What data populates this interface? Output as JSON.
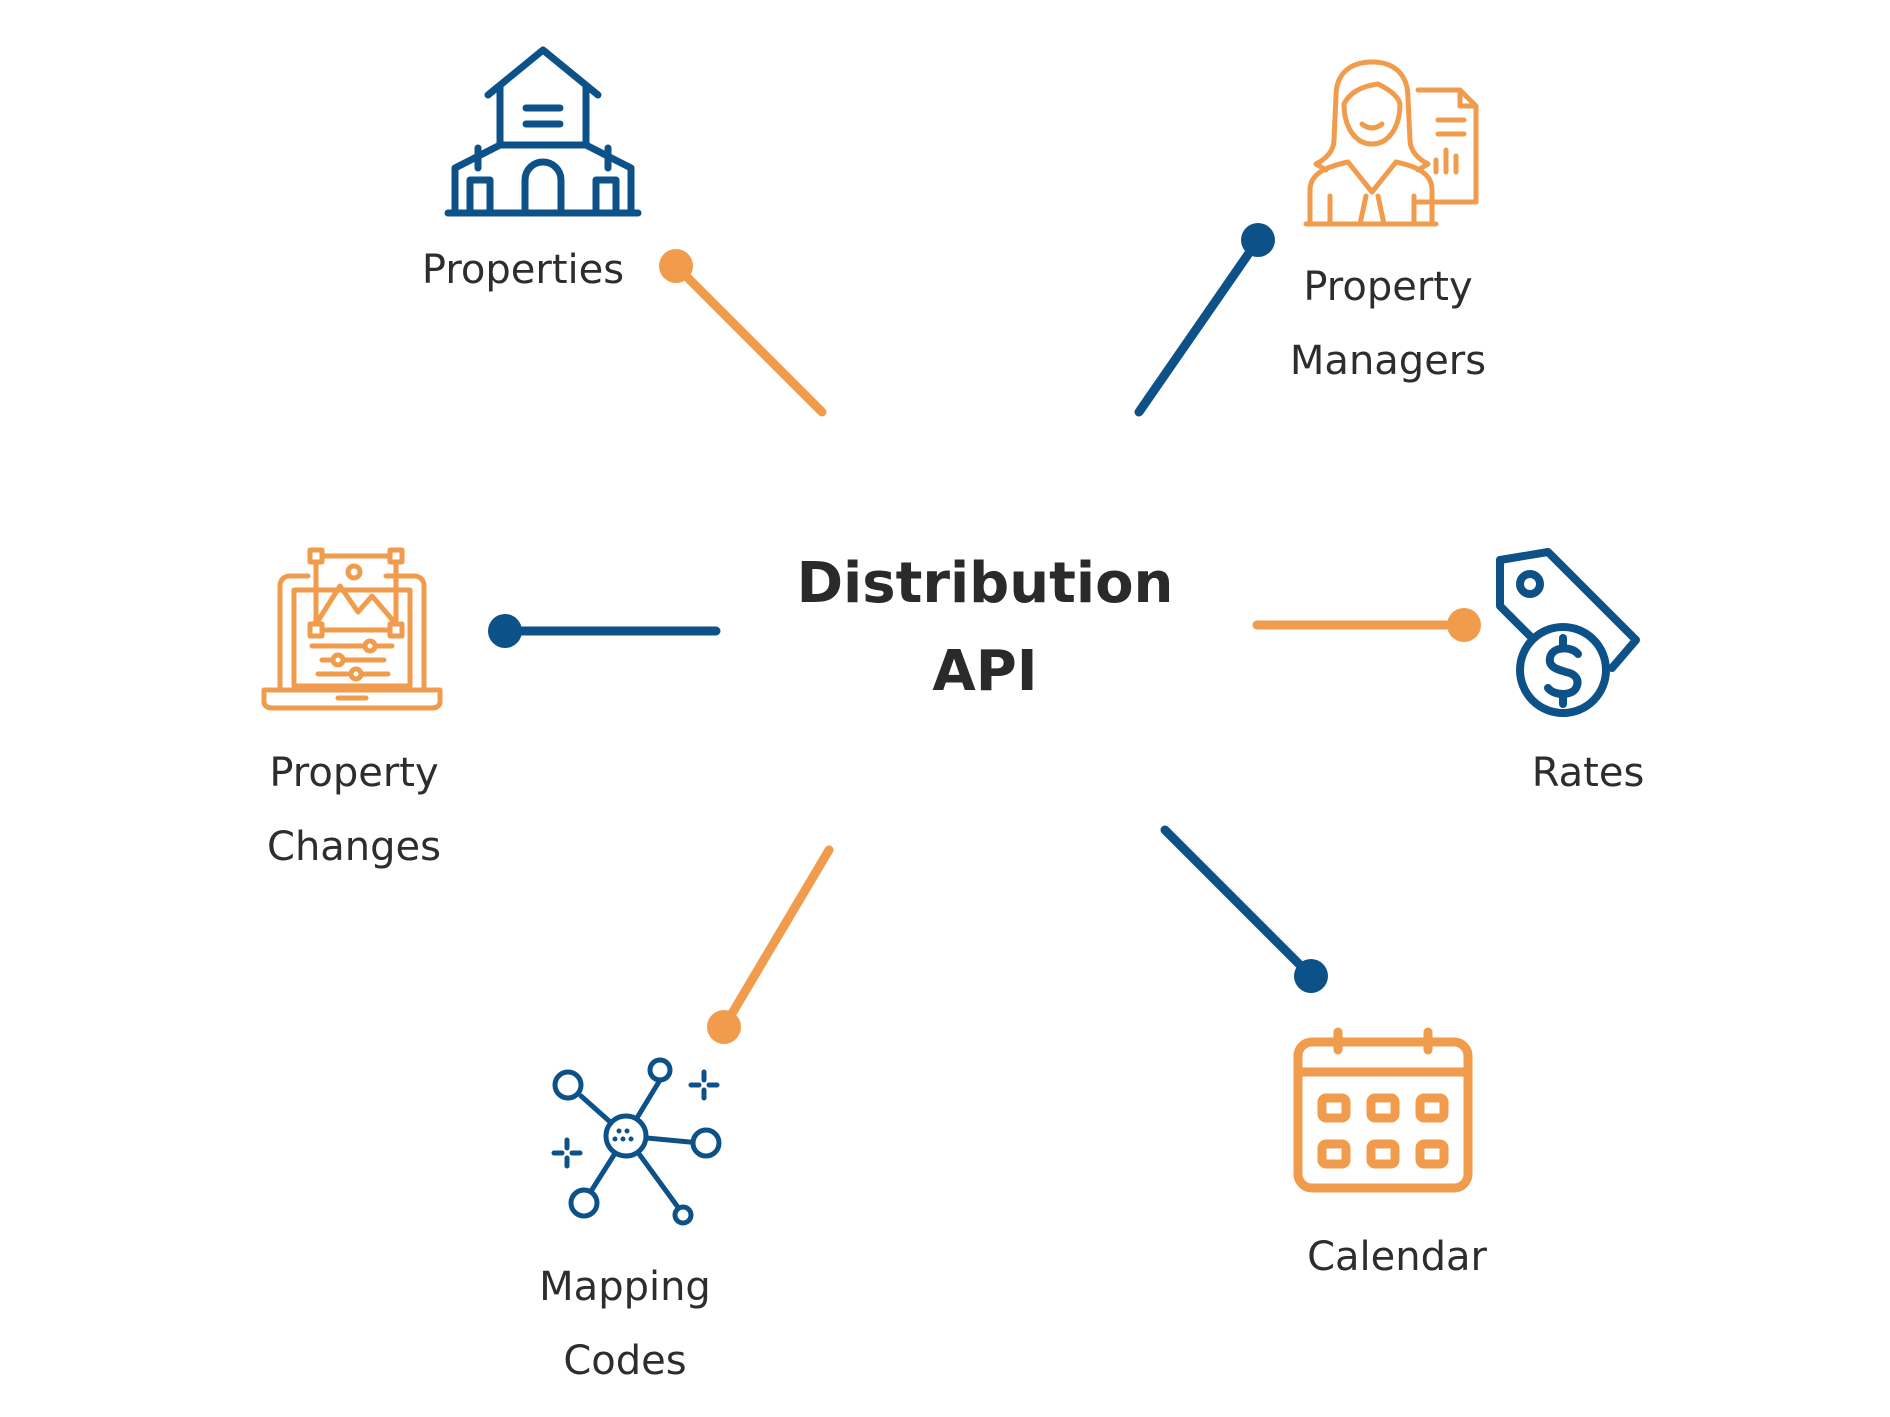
{
  "center": {
    "line1": "Distribution",
    "line2": "API"
  },
  "nodes": [
    {
      "id": "properties",
      "lines": [
        "Properties"
      ],
      "icon": "building-icon"
    },
    {
      "id": "property-managers",
      "lines": [
        "Property",
        "Managers"
      ],
      "icon": "manager-icon"
    },
    {
      "id": "property-changes",
      "lines": [
        "Property",
        "Changes"
      ],
      "icon": "laptop-edit-icon"
    },
    {
      "id": "rates",
      "lines": [
        "Rates"
      ],
      "icon": "price-tag-icon"
    },
    {
      "id": "mapping-codes",
      "lines": [
        "Mapping",
        "Codes"
      ],
      "icon": "network-icon"
    },
    {
      "id": "calendar",
      "lines": [
        "Calendar"
      ],
      "icon": "calendar-icon"
    }
  ],
  "colors": {
    "blue": "#0d5189",
    "orange": "#f19b4c",
    "text": "#2d2d2d"
  }
}
